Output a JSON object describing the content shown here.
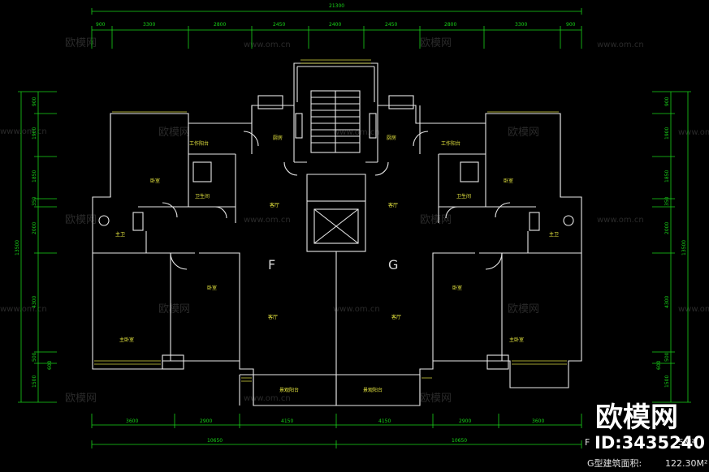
{
  "dimensions": {
    "overall_top": "21300",
    "top_segments": [
      "900",
      "3300",
      "2800",
      "2450",
      "2400",
      "2450",
      "2800",
      "3300",
      "900"
    ],
    "bottom_segments": [
      "3600",
      "2900",
      "4150",
      "4150",
      "2900",
      "3600"
    ],
    "bottom_totals": [
      "10650",
      "10650"
    ],
    "left_segments": [
      "900",
      "1900",
      "1850",
      "350",
      "2000",
      "4300",
      "500",
      "1500"
    ],
    "left_total": "13500",
    "right_segments": [
      "900",
      "1900",
      "1850",
      "350",
      "2000",
      "4300",
      "500",
      "1500"
    ],
    "right_total": "13500",
    "side_small": "600"
  },
  "units": {
    "F": "F",
    "G": "G"
  },
  "rooms": {
    "bedroom": "卧室",
    "master_bedroom": "主卧室",
    "living_room": "客厅",
    "kitchen": "厨房",
    "bathroom": "卫生间",
    "master_bath": "主卫",
    "work_balcony": "工作阳台",
    "view_balcony": "景观阳台"
  },
  "watermark": {
    "brand": "欧模网",
    "url": "www.om.cn"
  },
  "area_info": {
    "f_label": "F",
    "f_value": "5M²",
    "g_label": "G型建筑面积:",
    "g_value": "122.30M²"
  },
  "logo": {
    "name": "欧模网",
    "id": "ID:3435240"
  },
  "colors": {
    "background": "#000000",
    "dimension": "#18d418",
    "wall": "#e8e8e8",
    "label": "#e8e840"
  }
}
